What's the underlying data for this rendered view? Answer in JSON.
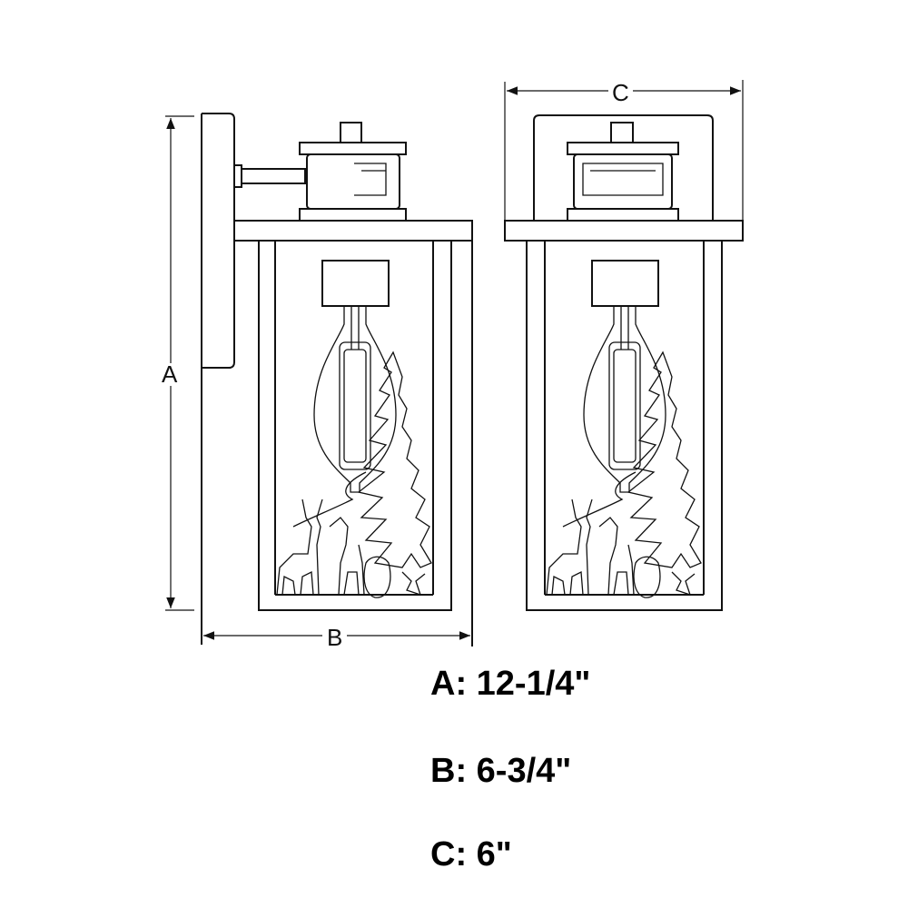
{
  "dimension_labels": {
    "a": "A",
    "b": "B",
    "c": "C"
  },
  "specs": [
    {
      "text": "A: 12-1/4\""
    },
    {
      "text": "B: 6-3/4\""
    },
    {
      "text": "C: 6\""
    }
  ]
}
